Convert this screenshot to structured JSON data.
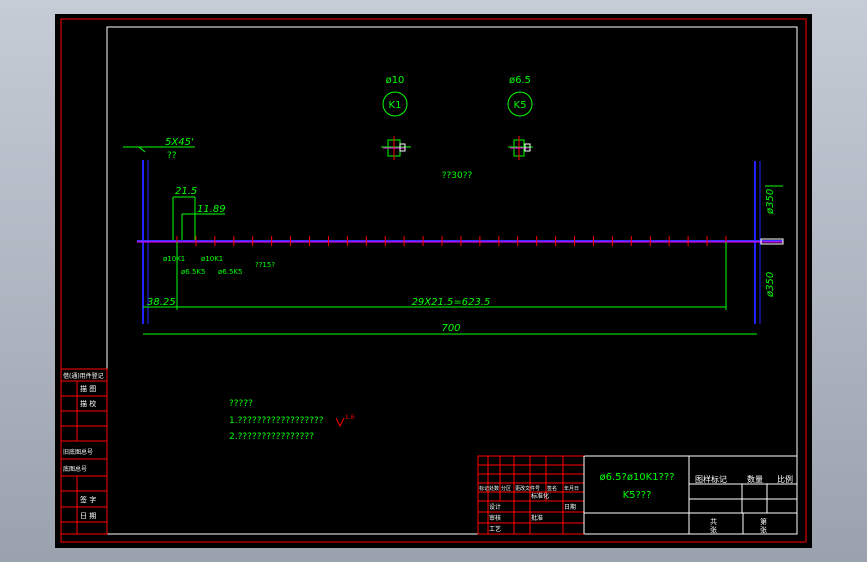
{
  "window": {
    "title": ""
  },
  "drawing": {
    "callouts": [
      {
        "diameter": "ø10",
        "code": "K1"
      },
      {
        "diameter": "ø6.5",
        "code": "K5"
      }
    ],
    "chamfer": "5X45'",
    "chamfer_note": "??",
    "center_note": "??30??",
    "dim_21_5": "21.5",
    "dim_11_89": "11.89",
    "dim_38_25": "38.25",
    "dim_span": "29X21.5=623.5",
    "dim_total": "700",
    "dia_right_1": "ø350",
    "dia_right_2": "ø350",
    "hole_labels": [
      "ø10K1",
      "ø10K1",
      "ø6.5K5",
      "ø6.5K5",
      "??15?"
    ],
    "notes_title": "?????",
    "notes": [
      "1.??????????????????",
      "2.????????????????"
    ],
    "roughness": "1.6"
  },
  "title_block": {
    "part_name_line1": "ø6.5?ø10K1???",
    "part_name_line2": "K5???",
    "left_col_labels": [
      "借(通)用件登记",
      "描 图",
      "描 校",
      "旧底图总号",
      "底图总号",
      "签 字",
      "日 期"
    ],
    "row_labels": [
      "标记",
      "处数",
      "分区",
      "更改文件号",
      "签名",
      "年月日"
    ],
    "role_labels": [
      "设计",
      "审核",
      "工艺",
      "标准化",
      "批准",
      "日期"
    ],
    "right_labels": [
      "图样标记",
      "数量",
      "比例",
      "共",
      "张",
      "第",
      "张"
    ]
  }
}
